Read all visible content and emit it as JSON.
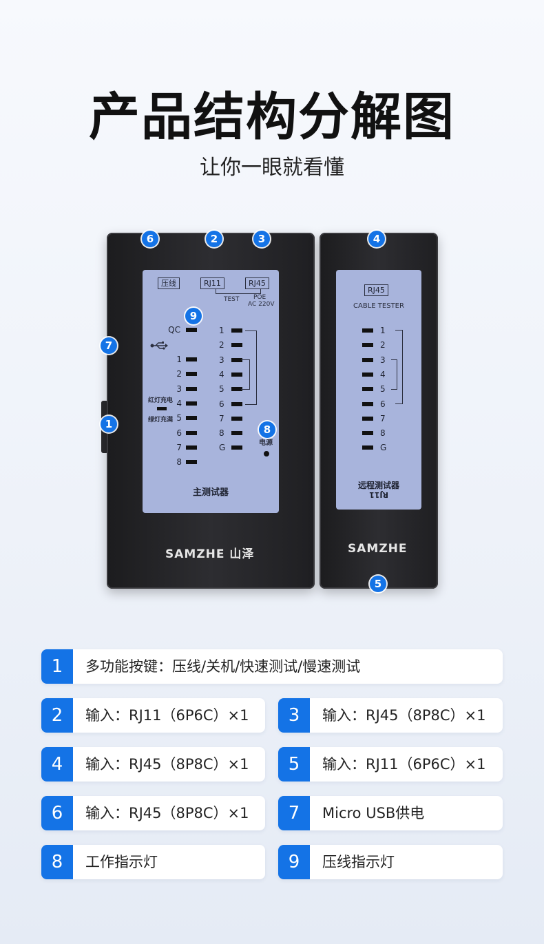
{
  "header": {
    "title": "产品结构分解图",
    "subtitle": "让你一眼就看懂"
  },
  "main_tester": {
    "tag_crimp": "压线",
    "tag_rj11": "RJ11",
    "tag_rj45": "RJ45",
    "test": "TEST",
    "poe": "POE",
    "ac": "AC 220V",
    "qc": "QC",
    "usb_icon": "usb-icon",
    "left_pins": [
      "1",
      "2",
      "3",
      "4",
      "5",
      "6",
      "7",
      "8"
    ],
    "right_pins": [
      "1",
      "2",
      "3",
      "4",
      "5",
      "6",
      "7",
      "8",
      "G"
    ],
    "red_charge": "红灯充电",
    "green_full": "绿灯充满",
    "power": "电源",
    "name": "主测试器",
    "brand": "SAMZHE 山泽"
  },
  "remote_tester": {
    "tag_rj45": "RJ45",
    "cable_tester": "CABLE TESTER",
    "pins": [
      "1",
      "2",
      "3",
      "4",
      "5",
      "6",
      "7",
      "8",
      "G"
    ],
    "name": "远程测试器",
    "rj11_flipped": "RJ11",
    "brand": "SAMZHE"
  },
  "callouts": [
    "6",
    "2",
    "3",
    "4",
    "7",
    "1",
    "9",
    "8",
    "5"
  ],
  "legend": [
    {
      "num": "1",
      "text": "多功能按键：压线/关机/快速测试/慢速测试"
    },
    {
      "num": "2",
      "text": "输入：RJ11（6P6C）×1"
    },
    {
      "num": "3",
      "text": "输入：RJ45（8P8C）×1"
    },
    {
      "num": "4",
      "text": "输入：RJ45（8P8C）×1"
    },
    {
      "num": "5",
      "text": "输入：RJ11（6P6C）×1"
    },
    {
      "num": "6",
      "text": "输入：RJ45（8P8C）×1"
    },
    {
      "num": "7",
      "text": "Micro USB供电"
    },
    {
      "num": "8",
      "text": "工作指示灯"
    },
    {
      "num": "9",
      "text": "压线指示灯"
    }
  ],
  "colors": {
    "accent": "#1473e6",
    "panel": "#a8b4dc",
    "device": "#242427"
  }
}
